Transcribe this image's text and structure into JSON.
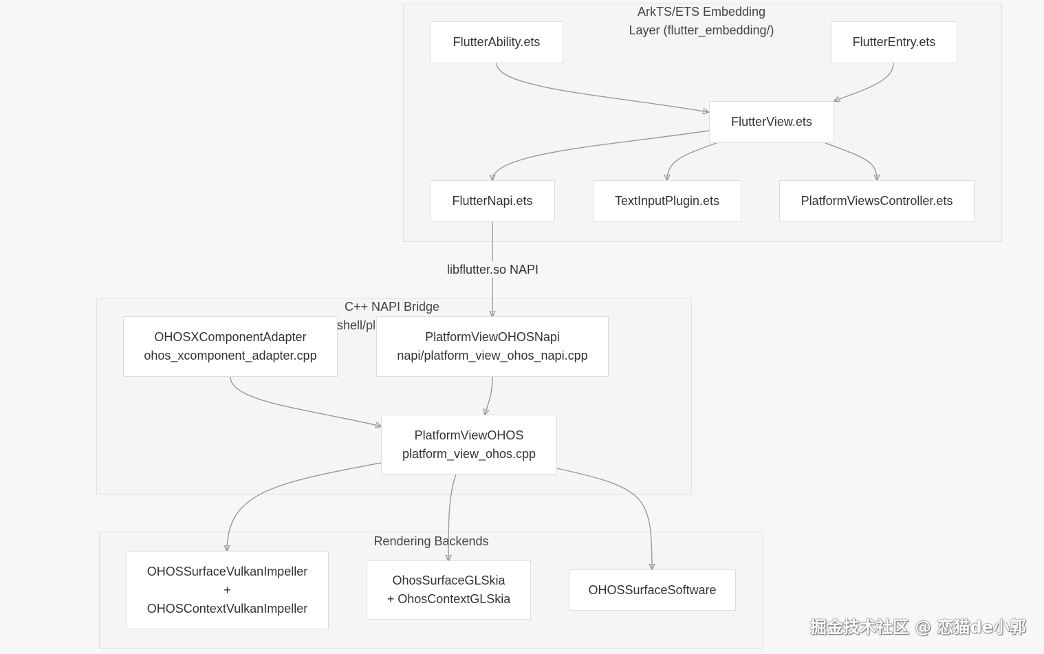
{
  "clusters": {
    "arkts": {
      "title": "ArkTS/ETS Embedding\nLayer (flutter_embedding/)"
    },
    "napi": {
      "title": "C++ NAPI Bridge",
      "partial_title": "shell/pl"
    },
    "rendering": {
      "title": "Rendering Backends"
    }
  },
  "nodes": {
    "flutter_ability": "FlutterAbility.ets",
    "flutter_entry": "FlutterEntry.ets",
    "flutter_view": "FlutterView.ets",
    "flutter_napi": "FlutterNapi.ets",
    "text_input_plugin": "TextInputPlugin.ets",
    "platform_views_controller": "PlatformViewsController.ets",
    "ohos_xcomponent_adapter": "OHOSXComponentAdapter\nohos_xcomponent_adapter.cpp",
    "platform_view_ohos_napi": "PlatformViewOHOSNapi\nnapi/platform_view_ohos_napi.cpp",
    "platform_view_ohos": "PlatformViewOHOS\nplatform_view_ohos.cpp",
    "vulkan_impeller": "OHOSSurfaceVulkanImpeller\n+\nOHOSContextVulkanImpeller",
    "gl_skia": "OhosSurfaceGLSkia\n+ OhosContextGLSkia",
    "surface_software": "OHOSSurfaceSoftware"
  },
  "edges": [
    {
      "from": "FlutterAbility.ets",
      "to": "FlutterView.ets"
    },
    {
      "from": "FlutterEntry.ets",
      "to": "FlutterView.ets"
    },
    {
      "from": "FlutterView.ets",
      "to": "FlutterNapi.ets"
    },
    {
      "from": "FlutterView.ets",
      "to": "TextInputPlugin.ets"
    },
    {
      "from": "FlutterView.ets",
      "to": "PlatformViewsController.ets"
    },
    {
      "from": "FlutterNapi.ets",
      "to": "PlatformViewOHOSNapi",
      "label": "libflutter.so NAPI"
    },
    {
      "from": "OHOSXComponentAdapter",
      "to": "PlatformViewOHOS"
    },
    {
      "from": "PlatformViewOHOSNapi",
      "to": "PlatformViewOHOS"
    },
    {
      "from": "PlatformViewOHOS",
      "to": "OHOSSurfaceVulkanImpeller"
    },
    {
      "from": "PlatformViewOHOS",
      "to": "OhosSurfaceGLSkia"
    },
    {
      "from": "PlatformViewOHOS",
      "to": "OHOSSurfaceSoftware"
    }
  ],
  "watermark": "掘金技术社区 @ 恋猫de小郭",
  "colors": {
    "edge": "#999999",
    "cluster_bg": "#f5f5f5",
    "node_bg": "#ffffff"
  }
}
